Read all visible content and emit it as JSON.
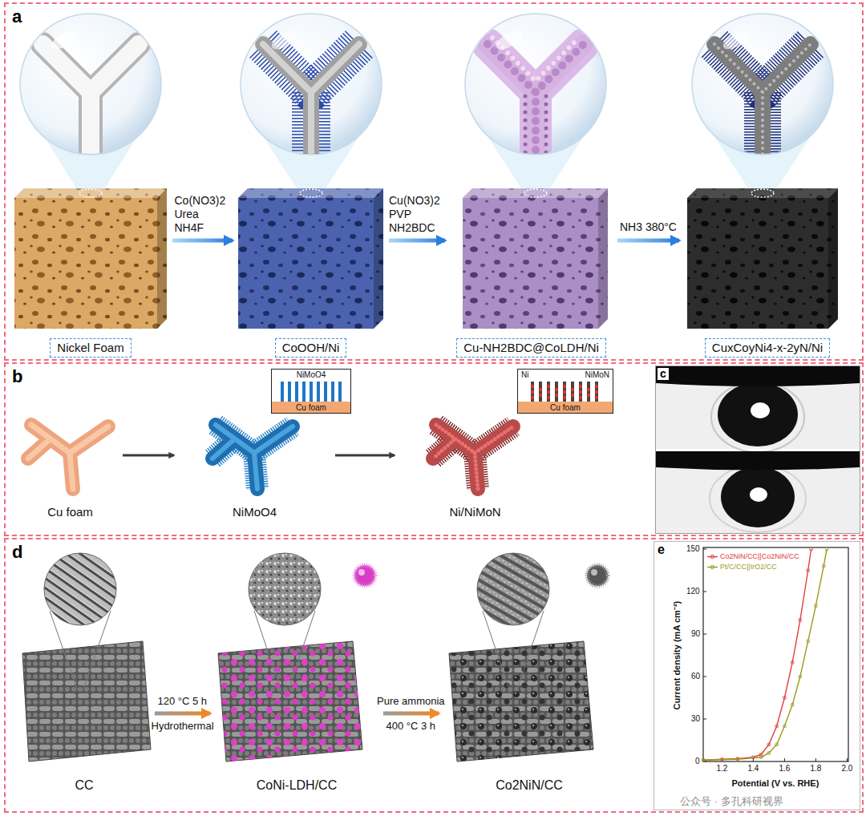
{
  "diagram": {
    "nodes": [
      {
        "text": [
          "a"
        ]
      },
      {
        "text": [
          "Nickel Foam"
        ],
        "in": 0
      },
      {
        "text": [
          "CoOOH/Ni"
        ],
        "in": 0
      },
      {
        "text": [
          "Cu-NH2BDC@CoLDH/Ni"
        ],
        "in": 0
      },
      {
        "text": [
          "CuxCoyNi4-x-2yN/Ni"
        ],
        "in": 0
      },
      {
        "text": [
          "b"
        ]
      },
      {
        "text": [
          "Cu foam"
        ],
        "in": 5
      },
      {
        "text": [
          "NiMoO4"
        ],
        "in": 5
      },
      {
        "text": [
          "NiMoO4",
          "Cu foam"
        ],
        "in": 5
      },
      {
        "text": [
          "Ni/NiMoN"
        ],
        "in": 5
      },
      {
        "text": [
          "Ni",
          "NiMoN",
          "Cu foam"
        ],
        "in": 5
      },
      {
        "text": [
          "c"
        ],
        "in": 5
      },
      {
        "text": [
          "d"
        ]
      },
      {
        "text": [
          "CC"
        ],
        "in": 12
      },
      {
        "text": [
          "CoNi-LDH/CC"
        ],
        "in": 12
      },
      {
        "text": [
          "Co2NiN/CC"
        ],
        "in": 12
      },
      {
        "text": [
          "e"
        ],
        "in": 12
      }
    ],
    "edges": [
      {
        "from": 1,
        "to": 2,
        "arrow": "to",
        "label": "Co(NO3)2 Urea NH4F"
      },
      {
        "from": 2,
        "to": 3,
        "arrow": "to",
        "label": "Cu(NO3)2 PVP NH2BDC"
      },
      {
        "from": 3,
        "to": 4,
        "arrow": "to",
        "label": "NH3 380°C"
      },
      {
        "from": 6,
        "to": 7,
        "arrow": "to"
      },
      {
        "from": 7,
        "to": 9,
        "arrow": "to"
      },
      {
        "from": 13,
        "to": 14,
        "arrow": "to",
        "label": "120 °C 5 h"
      },
      {
        "from": 14,
        "to": 15,
        "arrow": "to",
        "label": "Pure ammonia"
      }
    ],
    "labels": [
      "Hydrothermal",
      "400 °C 3 h",
      "0",
      "30",
      "60",
      "90",
      "120",
      "150",
      "1.2",
      "1.4",
      "1.6",
      "1.8",
      "2.0",
      "Current density (mA cm⁻²)",
      "Potential (V vs. RHE)",
      "公众号 · 多孔科研视界"
    ],
    "legend": [
      {
        "text": "Co2NiN/CC||Co2NiN/CC"
      },
      {
        "text": "Pt/C/CC||IrO2/CC"
      }
    ]
  }
}
